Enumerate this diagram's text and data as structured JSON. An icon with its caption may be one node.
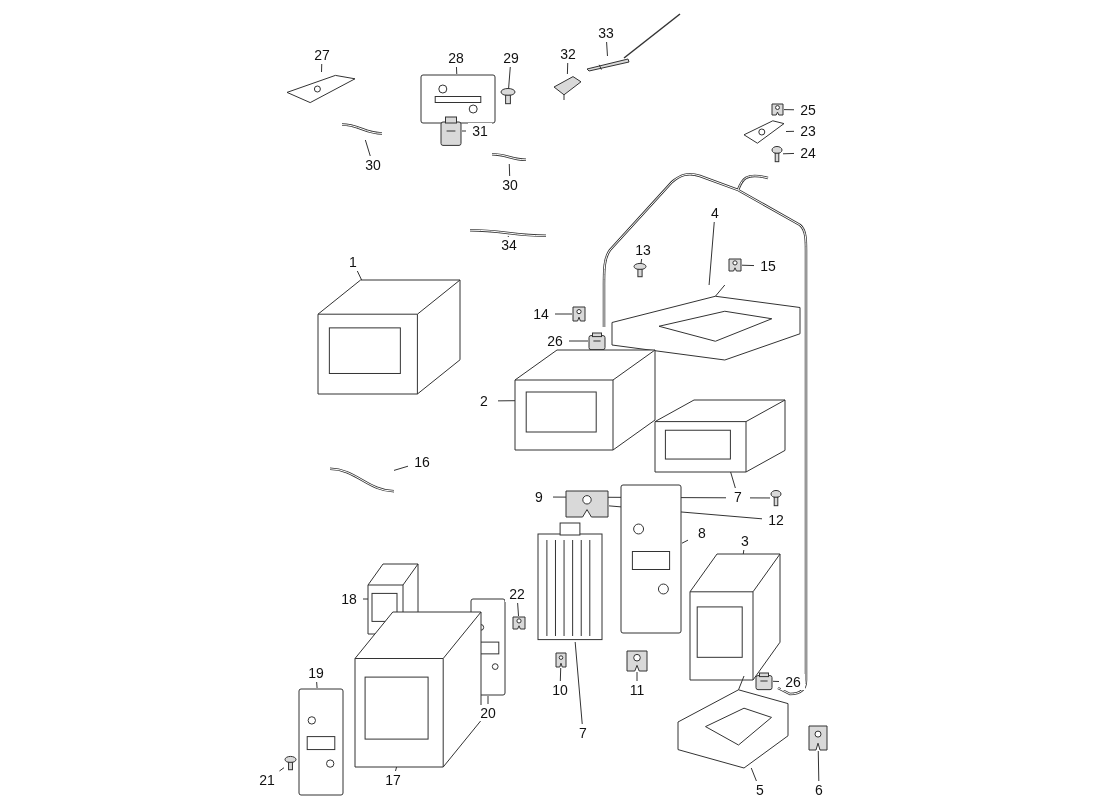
{
  "diagram": {
    "nodes": [
      {
        "text": [
          "33"
        ]
      },
      {
        "text": [],
        "shape": "picture"
      },
      {
        "text": [
          "27"
        ]
      },
      {
        "text": [],
        "shape": "picture"
      },
      {
        "text": [
          "32"
        ]
      },
      {
        "text": [],
        "shape": "picture"
      },
      {
        "text": [
          "28"
        ]
      },
      {
        "text": [],
        "shape": "picture"
      },
      {
        "text": [
          "29"
        ]
      },
      {
        "text": [],
        "shape": "picture"
      },
      {
        "text": [
          "25"
        ]
      },
      {
        "text": [],
        "shape": "picture"
      },
      {
        "text": [
          "23"
        ]
      },
      {
        "text": [],
        "shape": "picture"
      },
      {
        "text": [
          "31"
        ]
      },
      {
        "text": [],
        "shape": "picture"
      },
      {
        "text": [
          "24"
        ]
      },
      {
        "text": [],
        "shape": "picture"
      },
      {
        "text": [
          "30"
        ]
      },
      {
        "text": [],
        "shape": "picture"
      },
      {
        "text": [
          "30"
        ]
      },
      {
        "text": [],
        "shape": "picture"
      },
      {
        "text": [
          "4"
        ]
      },
      {
        "text": [],
        "shape": "picture"
      },
      {
        "text": [
          "34"
        ]
      },
      {
        "text": [],
        "shape": "picture"
      },
      {
        "text": [
          "13"
        ]
      },
      {
        "text": [],
        "shape": "picture"
      },
      {
        "text": [
          "1"
        ]
      },
      {
        "text": [],
        "shape": "picture"
      },
      {
        "text": [
          "15"
        ]
      },
      {
        "text": [],
        "shape": "picture"
      },
      {
        "text": [
          "14"
        ]
      },
      {
        "text": [],
        "shape": "picture"
      },
      {
        "text": [
          "26"
        ]
      },
      {
        "text": [],
        "shape": "picture"
      },
      {
        "text": [
          "2"
        ]
      },
      {
        "text": [],
        "shape": "picture"
      },
      {
        "text": [
          "16"
        ]
      },
      {
        "text": [],
        "shape": "picture"
      },
      {
        "text": [
          "7"
        ]
      },
      {
        "text": [],
        "shape": "picture"
      },
      {
        "text": [
          "9"
        ]
      },
      {
        "text": [],
        "shape": "picture"
      },
      {
        "text": [
          "12"
        ]
      },
      {
        "text": [],
        "shape": "picture"
      },
      {
        "text": [
          "8"
        ]
      },
      {
        "text": [],
        "shape": "picture"
      },
      {
        "text": [
          "3"
        ]
      },
      {
        "text": [],
        "shape": "picture"
      },
      {
        "text": [
          "22"
        ]
      },
      {
        "text": [],
        "shape": "picture"
      },
      {
        "text": [
          "18"
        ]
      },
      {
        "text": [],
        "shape": "picture"
      },
      {
        "text": [
          "19"
        ]
      },
      {
        "text": [],
        "shape": "picture"
      },
      {
        "text": [
          "26"
        ]
      },
      {
        "text": [],
        "shape": "picture"
      },
      {
        "text": [
          "10"
        ]
      },
      {
        "text": [],
        "shape": "picture"
      },
      {
        "text": [
          "11"
        ]
      },
      {
        "text": [],
        "shape": "picture"
      },
      {
        "text": [
          "20"
        ]
      },
      {
        "text": [],
        "shape": "picture"
      },
      {
        "text": [
          "7"
        ]
      },
      {
        "text": [],
        "shape": "picture"
      },
      {
        "text": [
          "21"
        ]
      },
      {
        "text": [],
        "shape": "picture"
      },
      {
        "text": [
          "17"
        ]
      },
      {
        "text": [],
        "shape": "picture"
      },
      {
        "text": [
          "5"
        ]
      },
      {
        "text": [],
        "shape": "picture"
      },
      {
        "text": [
          "6"
        ]
      },
      {
        "text": [],
        "shape": "picture"
      }
    ],
    "edges": [
      {
        "from": 0,
        "to": 1,
        "arrow": "none"
      },
      {
        "from": 2,
        "to": 3,
        "arrow": "none"
      },
      {
        "from": 4,
        "to": 5,
        "arrow": "none"
      },
      {
        "from": 6,
        "to": 7,
        "arrow": "none"
      },
      {
        "from": 8,
        "to": 9,
        "arrow": "none"
      },
      {
        "from": 10,
        "to": 11,
        "arrow": "none"
      },
      {
        "from": 12,
        "to": 13,
        "arrow": "none"
      },
      {
        "from": 14,
        "to": 15,
        "arrow": "none"
      },
      {
        "from": 16,
        "to": 17,
        "arrow": "none"
      },
      {
        "from": 18,
        "to": 19,
        "arrow": "none"
      },
      {
        "from": 20,
        "to": 21,
        "arrow": "none"
      },
      {
        "from": 22,
        "to": 23,
        "arrow": "none"
      },
      {
        "from": 24,
        "to": 25,
        "arrow": "none"
      },
      {
        "from": 26,
        "to": 27,
        "arrow": "none"
      },
      {
        "from": 28,
        "to": 29,
        "arrow": "none"
      },
      {
        "from": 30,
        "to": 31,
        "arrow": "none"
      },
      {
        "from": 32,
        "to": 33,
        "arrow": "none"
      },
      {
        "from": 34,
        "to": 35,
        "arrow": "none"
      },
      {
        "from": 36,
        "to": 37,
        "arrow": "none"
      },
      {
        "from": 38,
        "to": 39,
        "arrow": "none"
      },
      {
        "from": 40,
        "to": 41,
        "arrow": "none"
      },
      {
        "from": 42,
        "to": 43,
        "arrow": "none"
      },
      {
        "from": 44,
        "to": 45,
        "arrow": "none"
      },
      {
        "from": 46,
        "to": 47,
        "arrow": "none"
      },
      {
        "from": 48,
        "to": 49,
        "arrow": "none"
      },
      {
        "from": 50,
        "to": 51,
        "arrow": "none"
      },
      {
        "from": 52,
        "to": 53,
        "arrow": "none"
      },
      {
        "from": 54,
        "to": 55,
        "arrow": "none"
      },
      {
        "from": 56,
        "to": 57,
        "arrow": "none"
      },
      {
        "from": 58,
        "to": 59,
        "arrow": "none"
      },
      {
        "from": 60,
        "to": 61,
        "arrow": "none"
      },
      {
        "from": 62,
        "to": 63,
        "arrow": "none"
      },
      {
        "from": 64,
        "to": 65,
        "arrow": "none"
      },
      {
        "from": 66,
        "to": 67,
        "arrow": "none"
      },
      {
        "from": 68,
        "to": 69,
        "arrow": "none"
      },
      {
        "from": 70,
        "to": 71,
        "arrow": "none"
      },
      {
        "from": 72,
        "to": 73,
        "arrow": "none"
      }
    ]
  }
}
